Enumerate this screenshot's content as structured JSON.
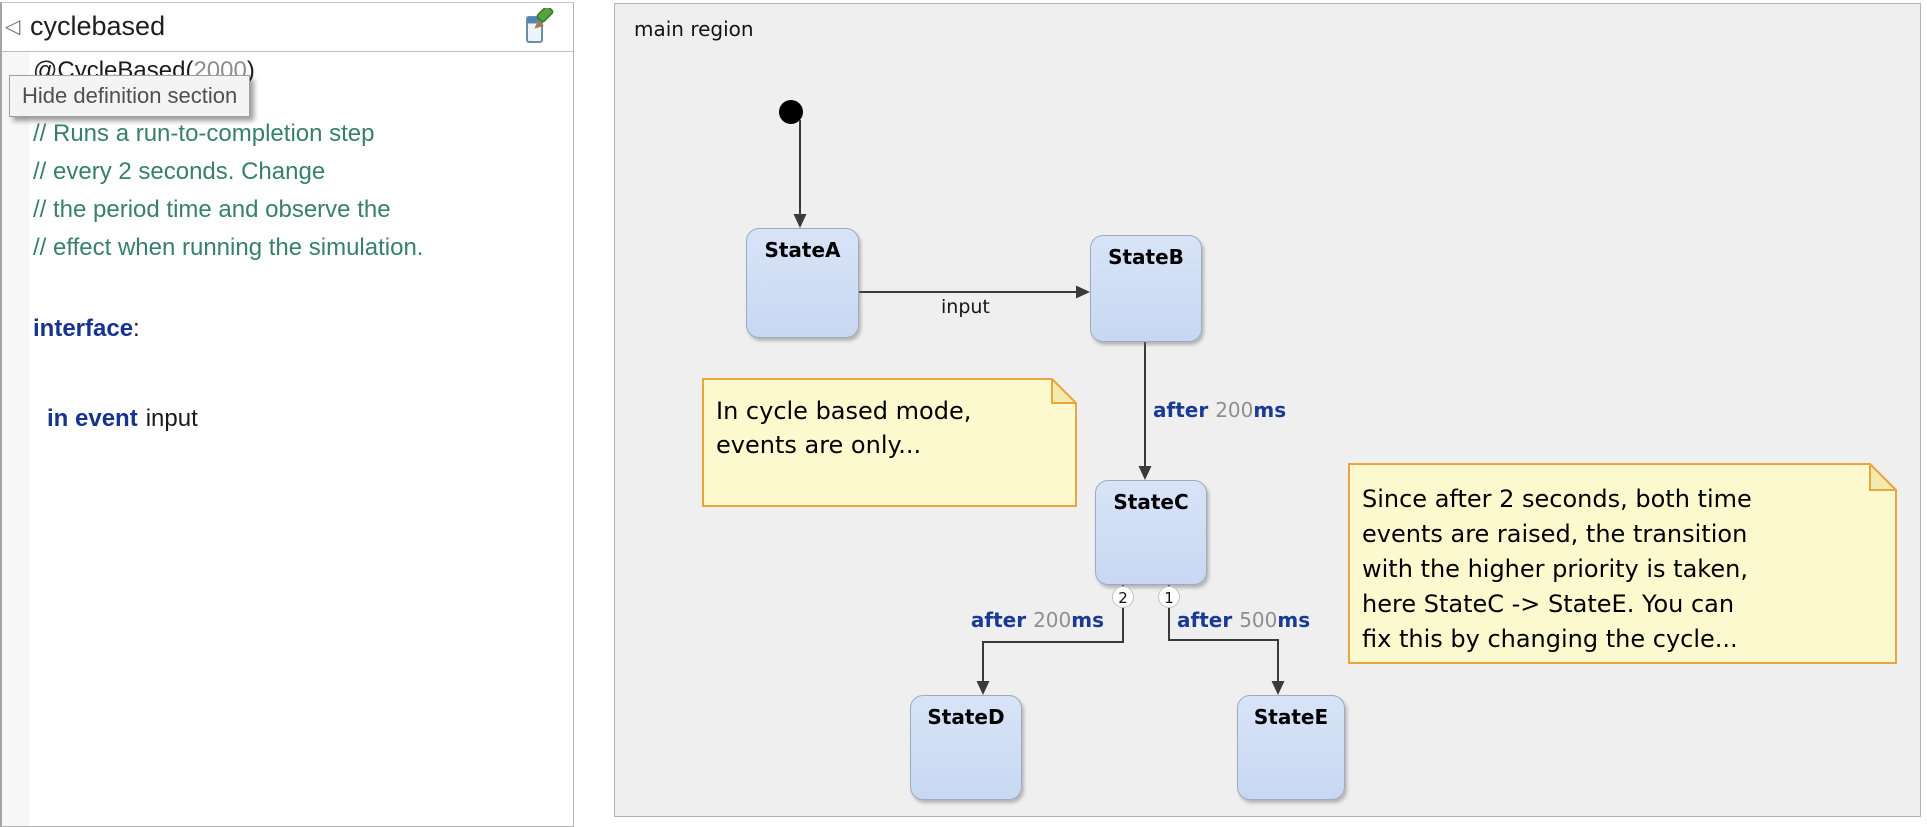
{
  "left_panel": {
    "collapse_button": "◁",
    "title": "cyclebased",
    "tooltip": "Hide definition section",
    "code": {
      "annotation_name": "@CycleBased",
      "annotation_open": "(",
      "annotation_value": "2000",
      "annotation_close": ")",
      "comment_lines": [
        "// Runs a run-to-completion step",
        "// every 2 seconds. Change",
        "// the period time and observe the",
        "// effect when running the simulation."
      ],
      "interface_keyword": "interface",
      "interface_punct": ":",
      "event_keyword": "in event",
      "event_name": "input"
    }
  },
  "diagram": {
    "region_label": "main region",
    "states": [
      {
        "name": "StateA"
      },
      {
        "name": "StateB"
      },
      {
        "name": "StateC"
      },
      {
        "name": "StateD"
      },
      {
        "name": "StateE"
      }
    ],
    "transitions": [
      {
        "from": "initial",
        "to": "StateA"
      },
      {
        "from": "StateA",
        "to": "StateB",
        "label": "input"
      },
      {
        "from": "StateB",
        "to": "StateC",
        "keyword": "after",
        "value": "200",
        "unit": "ms"
      },
      {
        "from": "StateC",
        "to": "StateD",
        "priority": "2",
        "keyword": "after",
        "value": "200",
        "unit": "ms"
      },
      {
        "from": "StateC",
        "to": "StateE",
        "priority": "1",
        "keyword": "after",
        "value": "500",
        "unit": "ms"
      }
    ],
    "notes": [
      {
        "lines": [
          "In cycle based mode,",
          "events are only..."
        ]
      },
      {
        "lines": [
          "Since after 2 seconds, both time",
          "events are raised, the transition",
          "with the higher priority is taken,",
          "here StateC -> StateE. You can",
          "fix this by changing the cycle..."
        ]
      }
    ],
    "colors": {
      "state_fill": "#cedcf4",
      "state_border": "#9dabc0",
      "note_fill": "#fcf9cf",
      "note_border": "#e9a63e",
      "keyword_blue": "#1b3a94",
      "comment_green": "#38806a",
      "number_gray": "#8f8f91",
      "arrow": "#3a3a3a"
    }
  }
}
